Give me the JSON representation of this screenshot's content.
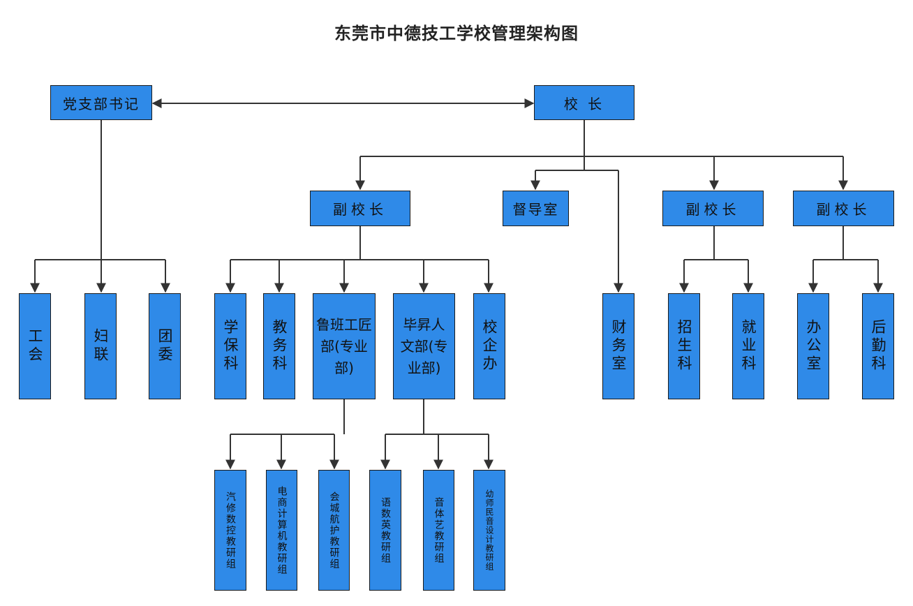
{
  "title": "东莞市中德技工学校管理架构图",
  "nodes": {
    "party_secretary": "党支部书记",
    "principal": "校 长",
    "vice_principal_1": "副校长",
    "supervision_office": "督导室",
    "vice_principal_2": "副校长",
    "vice_principal_3": "副校长",
    "trade_union": "工会",
    "womens_federation": "妇联",
    "youth_league": "团委",
    "student_affairs": "学保科",
    "academic_affairs": "教务科",
    "luban_dept": "鲁班工匠部(专业部)",
    "bisheng_dept": "毕昇人文部(专业部)",
    "school_enterprise_office": "校企办",
    "finance_office": "财务室",
    "admissions": "招生科",
    "employment": "就业科",
    "general_office": "办公室",
    "logistics": "后勤科",
    "auto_cnc_group": "汽修数控教研组",
    "ecommerce_group": "电商计算机教研组",
    "accounting_group": "会城航护教研组",
    "languages_group": "语数英教研组",
    "arts_group": "音体艺教研组",
    "preschool_group": "幼师民音设计教研组"
  },
  "colors": {
    "box_fill": "#2f8ae8",
    "border": "#1a1a1a",
    "connector": "#333333"
  }
}
